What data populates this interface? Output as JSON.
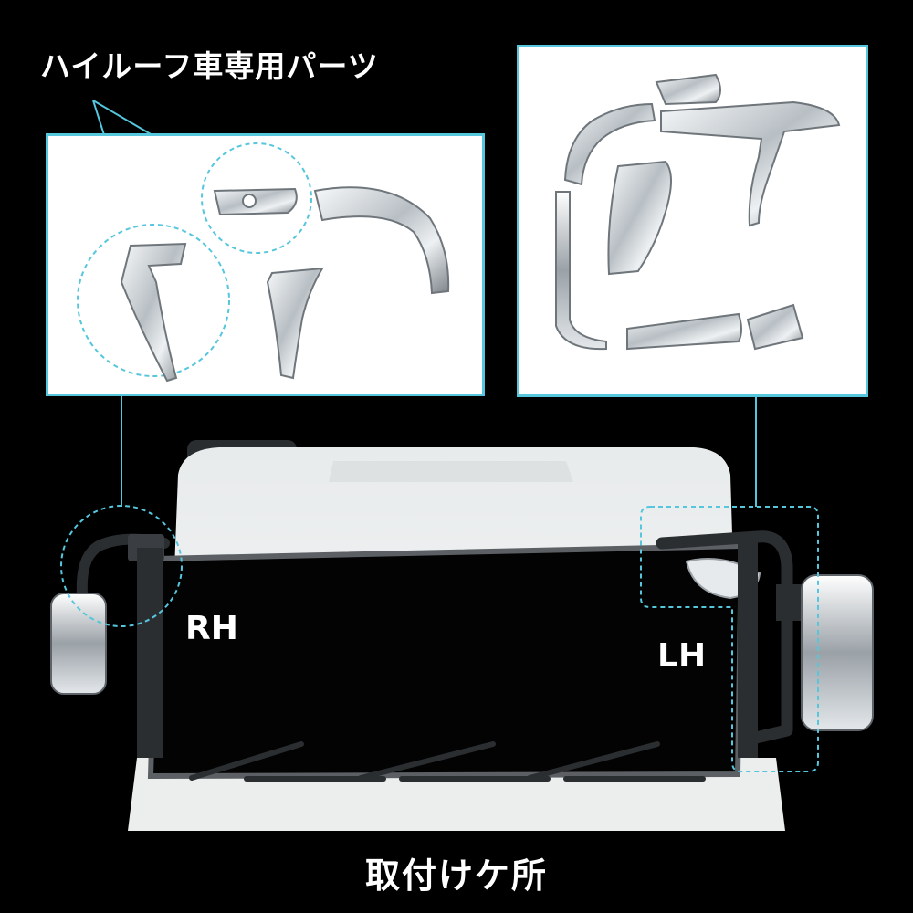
{
  "texts": {
    "high_roof_parts_title": "ハイルーフ車専用パーツ",
    "rh_label": "RH",
    "lh_label": "LH",
    "installation_caption": "取付けケ所"
  },
  "colors": {
    "background": "#000000",
    "panel": "#ffffff",
    "accent_cyan": "#55c6dc",
    "chrome_light": "#e9edf0",
    "chrome_dark": "#7d848a",
    "truck_body": "#f3f4f2"
  },
  "icons": {
    "rh_mirror": "chrome-mirror-stay-icon",
    "lh_mirror": "chrome-mirror-stay-icon"
  }
}
